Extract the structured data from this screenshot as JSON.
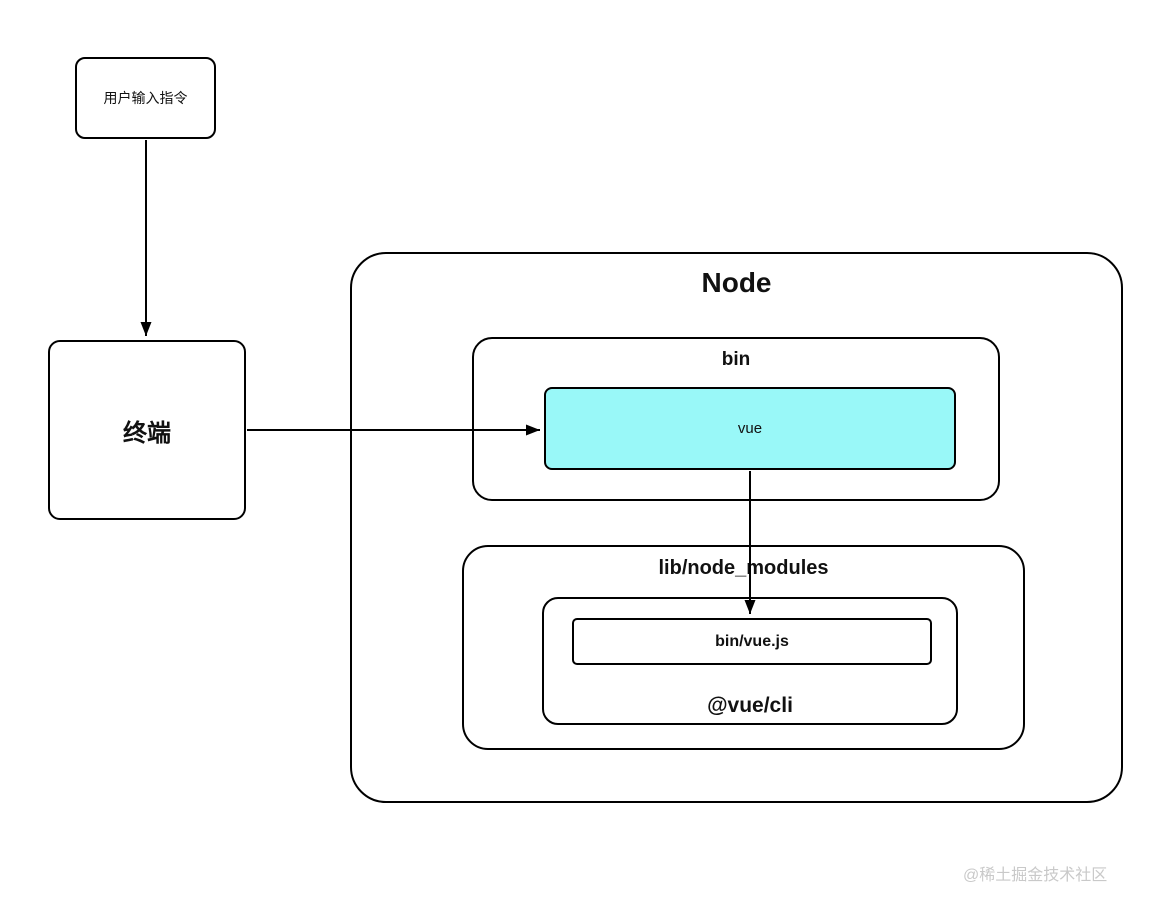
{
  "diagram": {
    "nodes": {
      "user_input": {
        "label": "用户输入指令"
      },
      "terminal": {
        "label": "终端"
      },
      "node_runtime": {
        "label": "Node"
      },
      "bin_dir": {
        "label": "bin"
      },
      "vue_bin": {
        "label": "vue"
      },
      "lib_node_modules": {
        "label": "lib/node_modules"
      },
      "bin_vue_js": {
        "label": "bin/vue.js"
      },
      "vue_cli_pkg": {
        "label": "@vue/cli"
      }
    },
    "colors": {
      "vue_bin_fill": "#99F8F8",
      "stroke": "#000000",
      "watermark_text": "#C9C9C9"
    },
    "watermark": "@稀土掘金技术社区"
  }
}
